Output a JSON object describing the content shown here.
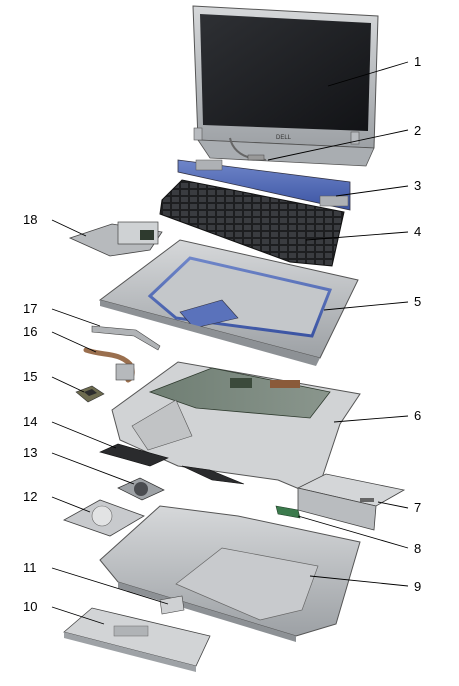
{
  "diagram": {
    "screen_logo": "DELL",
    "callouts": [
      {
        "id": 1,
        "label": "1"
      },
      {
        "id": 2,
        "label": "2"
      },
      {
        "id": 3,
        "label": "3"
      },
      {
        "id": 4,
        "label": "4"
      },
      {
        "id": 5,
        "label": "5"
      },
      {
        "id": 6,
        "label": "6"
      },
      {
        "id": 7,
        "label": "7"
      },
      {
        "id": 8,
        "label": "8"
      },
      {
        "id": 9,
        "label": "9"
      },
      {
        "id": 10,
        "label": "10"
      },
      {
        "id": 11,
        "label": "11"
      },
      {
        "id": 12,
        "label": "12"
      },
      {
        "id": 13,
        "label": "13"
      },
      {
        "id": 14,
        "label": "14"
      },
      {
        "id": 15,
        "label": "15"
      },
      {
        "id": 16,
        "label": "16"
      },
      {
        "id": 17,
        "label": "17"
      },
      {
        "id": 18,
        "label": "18"
      }
    ]
  }
}
